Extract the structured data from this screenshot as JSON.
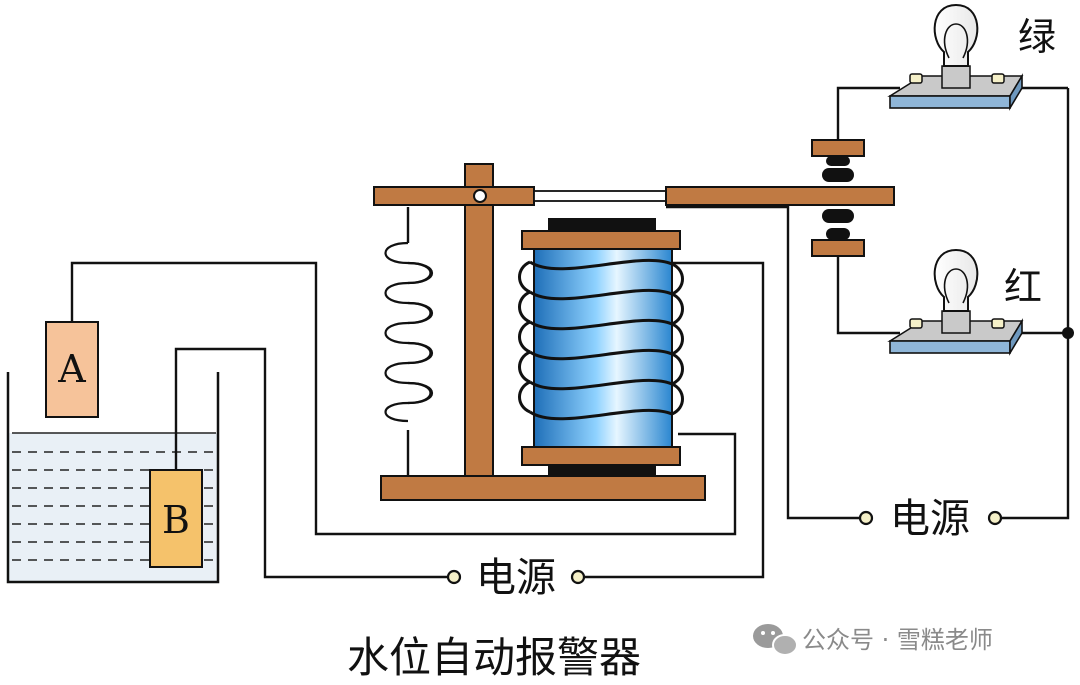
{
  "caption": "水位自动报警器",
  "labels": {
    "electrode_a": "A",
    "electrode_b": "B",
    "green_lamp": "绿",
    "red_lamp": "红",
    "power_left": "电源",
    "power_right": "电源"
  },
  "watermark": {
    "text": "公众号 · 雪糕老师",
    "icon": "wechat-icon"
  },
  "colors": {
    "wood": "#c07a43",
    "water": "#e9f0f6",
    "electrode_a": "#f6c39a",
    "electrode_b": "#f5c26b",
    "coil_core": "#3a9fe0",
    "lamp_base": "#8fb6d8",
    "terminal": "#f5f0c8"
  }
}
